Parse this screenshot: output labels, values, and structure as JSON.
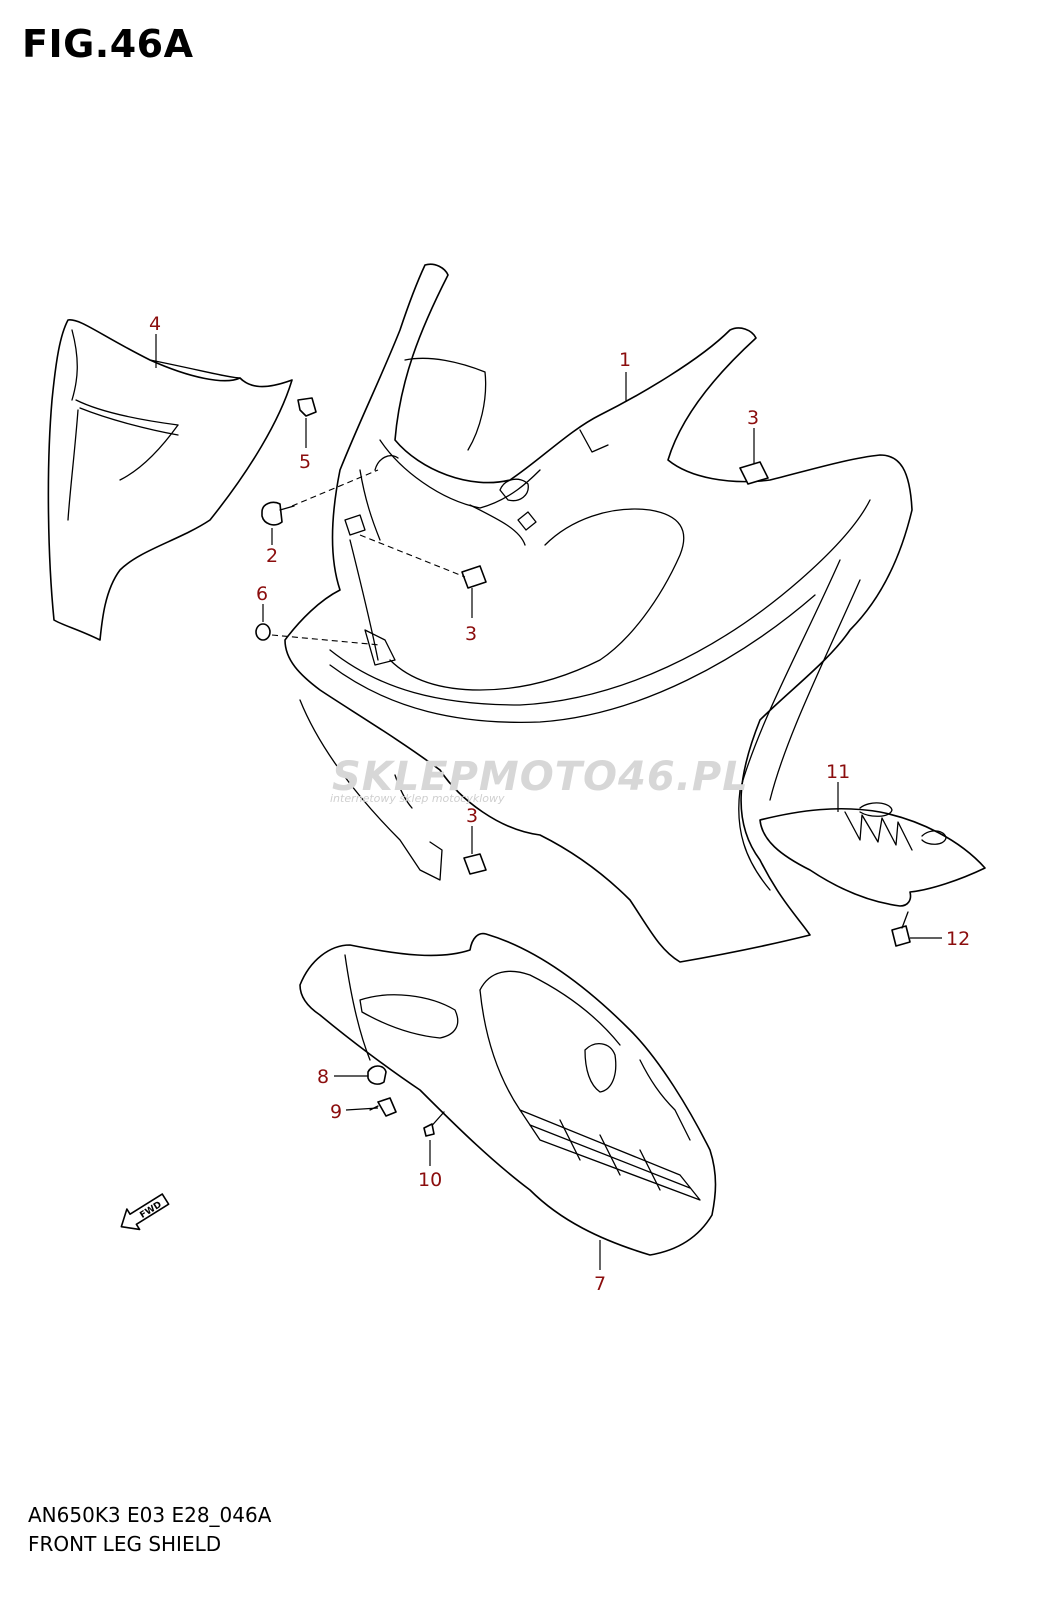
{
  "figure": {
    "title": "FIG.46A",
    "code": "AN650K3 E03 E28_046A",
    "name": "FRONT LEG SHIELD"
  },
  "callouts": [
    "1",
    "2",
    "3",
    "3",
    "3",
    "4",
    "5",
    "6",
    "7",
    "8",
    "9",
    "10",
    "11",
    "12"
  ],
  "watermark": {
    "brand": "SKLEPMOTO46.PL",
    "tagline": "internetowy sklep motocyklowy"
  },
  "direction_badge": "FWD",
  "colors": {
    "line": "#000000",
    "callout": "#8b0d0d",
    "watermark": "#d7d7d7"
  }
}
